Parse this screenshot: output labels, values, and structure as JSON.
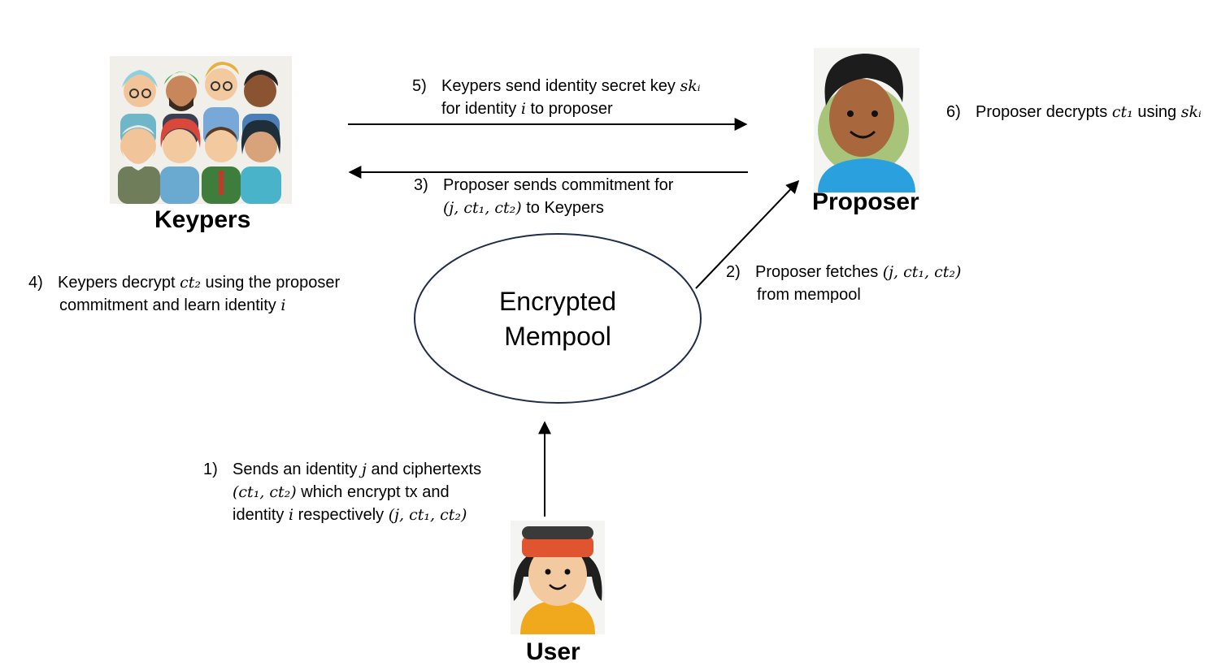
{
  "actors": {
    "keypers": {
      "label": "Keypers"
    },
    "proposer": {
      "label": "Proposer"
    },
    "user": {
      "label": "User"
    }
  },
  "mempool": {
    "line1": "Encrypted",
    "line2": "Mempool"
  },
  "steps": {
    "s1": {
      "num": "1)",
      "l1a": "Sends an identity ",
      "l1m": "j",
      "l1b": " and ciphertexts",
      "l2m": "(ct₁, ct₂)",
      "l2b": " which encrypt tx and",
      "l3a": "identity ",
      "l3m": "i",
      "l3b": " respectively ",
      "l3m2": "(j, ct₁, ct₂)"
    },
    "s2": {
      "num": "2)",
      "l1a": "Proposer fetches ",
      "l1m": "(j, ct₁, ct₂)",
      "l2a": "from mempool"
    },
    "s3": {
      "num": "3)",
      "l1a": "Proposer sends commitment for",
      "l2m": "(j, ct₁, ct₂)",
      "l2b": " to Keypers"
    },
    "s4": {
      "num": "4)",
      "l1a": "Keypers decrypt ",
      "l1m": "ct₂",
      "l1b": " using the proposer",
      "l2a": "commitment and learn identity ",
      "l2m": "i"
    },
    "s5": {
      "num": "5)",
      "l1a": "Keypers send identity secret key ",
      "l1m": "skᵢ",
      "l2a": "for identity ",
      "l2m": "i",
      "l2b": " to proposer"
    },
    "s6": {
      "num": "6)",
      "l1a": "Proposer decrypts ",
      "l1m": "ct₁",
      "l1b": " using ",
      "l1m2": "skᵢ"
    }
  }
}
